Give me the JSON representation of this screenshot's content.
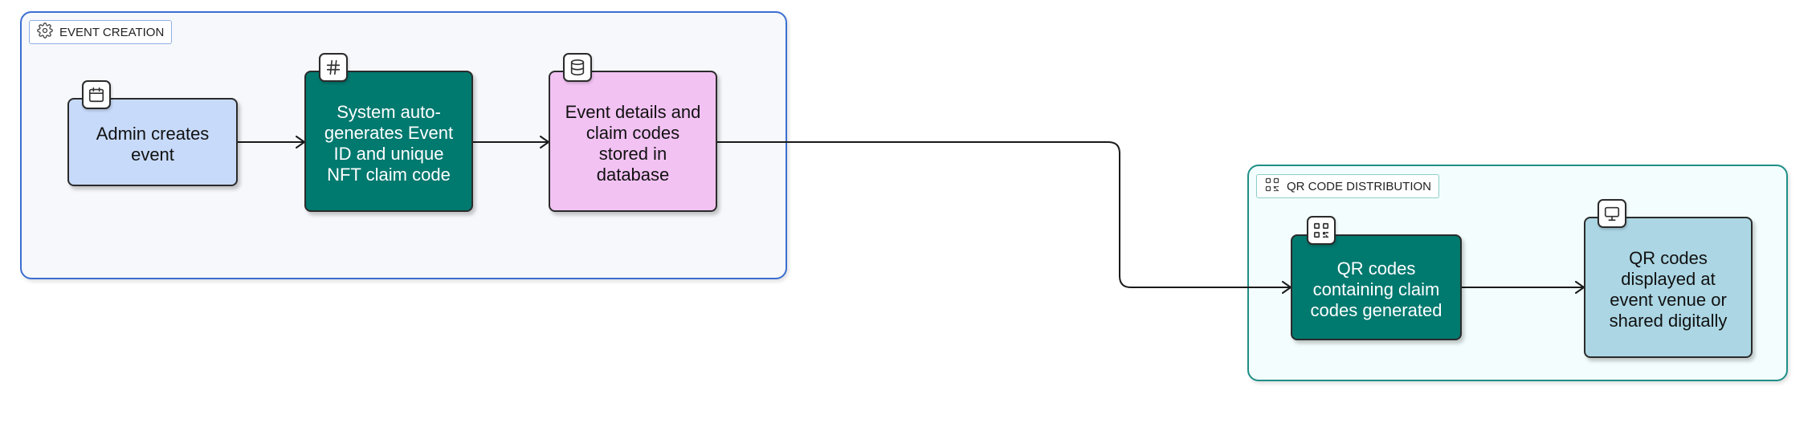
{
  "colors": {
    "event_group_border": "#3c6fd1",
    "event_group_fill": "#f7f8fc",
    "qr_group_border": "#1f8f87",
    "qr_group_fill": "#f3fdfd",
    "label_border_event": "#8fb0e4",
    "label_border_qr": "#8ccfc9",
    "light_blue_node": "#c7daf9",
    "teal_node": "#00796f",
    "pink_node": "#f2c2f3",
    "pale_blue_node": "#acd6e4",
    "edge": "#1a1a1a"
  },
  "groups": {
    "event_creation": {
      "label": "EVENT CREATION",
      "icon": "gear-icon"
    },
    "qr_distribution": {
      "label": "QR CODE DISTRIBUTION",
      "icon": "qr-code-icon"
    }
  },
  "nodes": {
    "admin_creates_event": {
      "label": "Admin creates event",
      "icon": "calendar-icon"
    },
    "system_autogenerates": {
      "label": "System auto-generates Event ID and unique NFT claim code",
      "icon": "hash-icon"
    },
    "event_details_stored": {
      "label": "Event details and claim codes stored in database",
      "icon": "database-icon"
    },
    "qr_codes_generated": {
      "label": "QR codes containing claim codes generated",
      "icon": "qr-code-icon"
    },
    "qr_codes_displayed": {
      "label": "QR codes displayed at event venue or shared digitally",
      "icon": "monitor-icon"
    }
  },
  "edges": [
    {
      "from": "admin_creates_event",
      "to": "system_autogenerates"
    },
    {
      "from": "system_autogenerates",
      "to": "event_details_stored"
    },
    {
      "from": "event_details_stored",
      "to": "qr_codes_generated"
    },
    {
      "from": "qr_codes_generated",
      "to": "qr_codes_displayed"
    }
  ]
}
